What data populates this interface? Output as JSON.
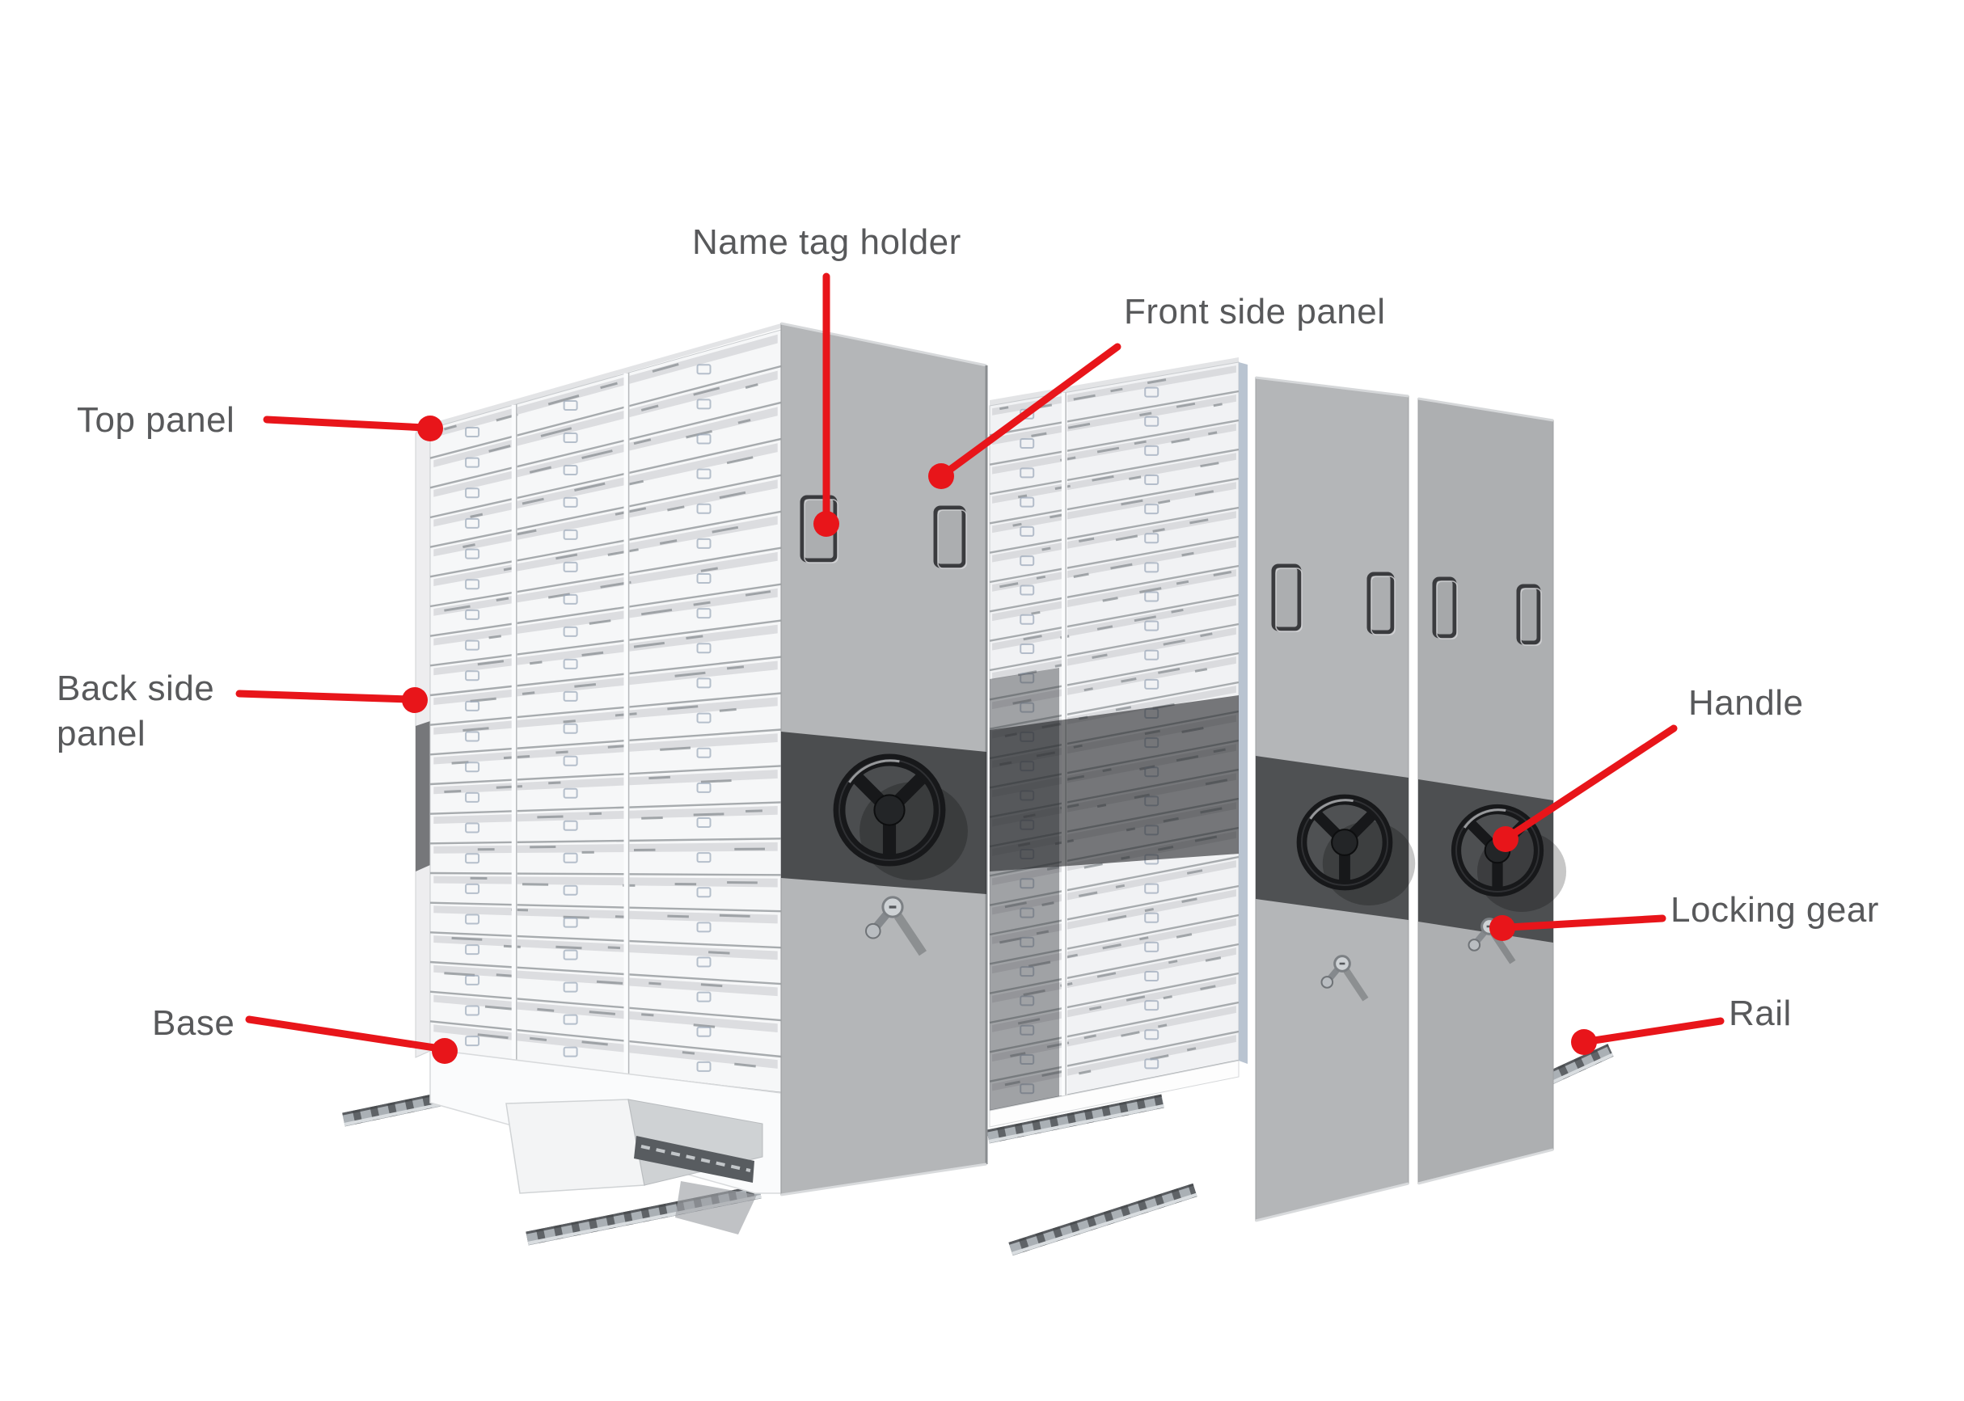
{
  "diagram": {
    "subject": "mobile compactor shelving system - parts diagram",
    "labels": {
      "top_panel": "Top panel",
      "back_side_panel_line1": "Back side",
      "back_side_panel_line2": "panel",
      "base": "Base",
      "name_tag_holder": "Name tag holder",
      "front_side_panel": "Front side panel",
      "handle": "Handle",
      "locking_gear": "Locking gear",
      "rail": "Rail"
    },
    "colors": {
      "background": "#ffffff",
      "label_text": "#58595b",
      "leader_red": "#e8151a",
      "drawer_face": "#f6f7f8",
      "drawer_face_mid": "#f1f2f4",
      "drawer_shadow": "#c6c9cc",
      "drawer_line": "#a2a6aa",
      "drawer_dash": "#8f9397",
      "panel_gray": "#b4b6b8",
      "panel_gray_dark": "#adafb1",
      "dark_band": "#56575a",
      "tag_outline": "#3a3b3e",
      "wheel_black": "#17181a",
      "rail_dark": "#5f6367",
      "rail_teeth": "#aab0b5",
      "rail_highlight": "#d9dde0",
      "top_sliver": "#e3e4e6",
      "edge_strip": "#ededef",
      "back_patch": "#76777a",
      "blue_strip": "#b9c4d1",
      "mark_blue": "#9aa7b8"
    },
    "illustration": {
      "left_bank": {
        "rows": 21,
        "columns": 3
      },
      "middle_bank": {
        "rows": 24,
        "columns": 2
      },
      "right_side_panels": 2,
      "name_tag_holders_total": 6,
      "handle_wheels_total": 3,
      "locking_gears_total": 3,
      "rail_segments_total": 5,
      "open_drawers": 1
    }
  }
}
